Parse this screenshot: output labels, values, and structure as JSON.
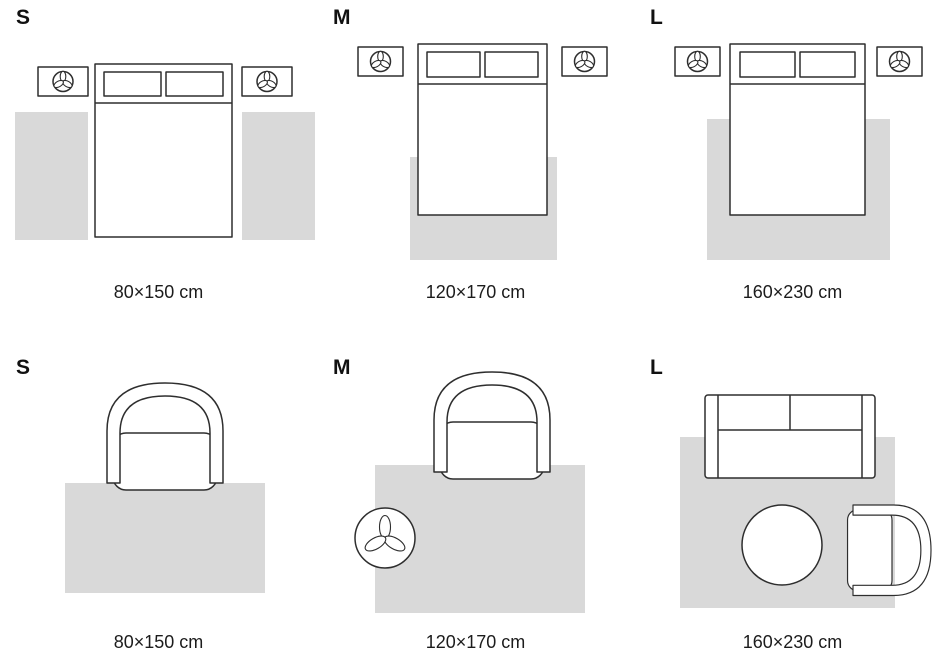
{
  "colors": {
    "rug_fill": "#d9d9d9",
    "outline": "#2e2e2e",
    "label_text": "#111111",
    "caption_text": "#1c1c1c",
    "background": "#ffffff"
  },
  "icons": {
    "nightstand_decor": "plant-icon",
    "side_table_decor": "plant-icon"
  },
  "panels": [
    {
      "size_label": "S",
      "caption": "80×150 cm"
    },
    {
      "size_label": "M",
      "caption": "120×170 cm"
    },
    {
      "size_label": "L",
      "caption": "160×230 cm"
    },
    {
      "size_label": "S",
      "caption": "80×150 cm"
    },
    {
      "size_label": "M",
      "caption": "120×170 cm"
    },
    {
      "size_label": "L",
      "caption": "160×230 cm"
    }
  ]
}
